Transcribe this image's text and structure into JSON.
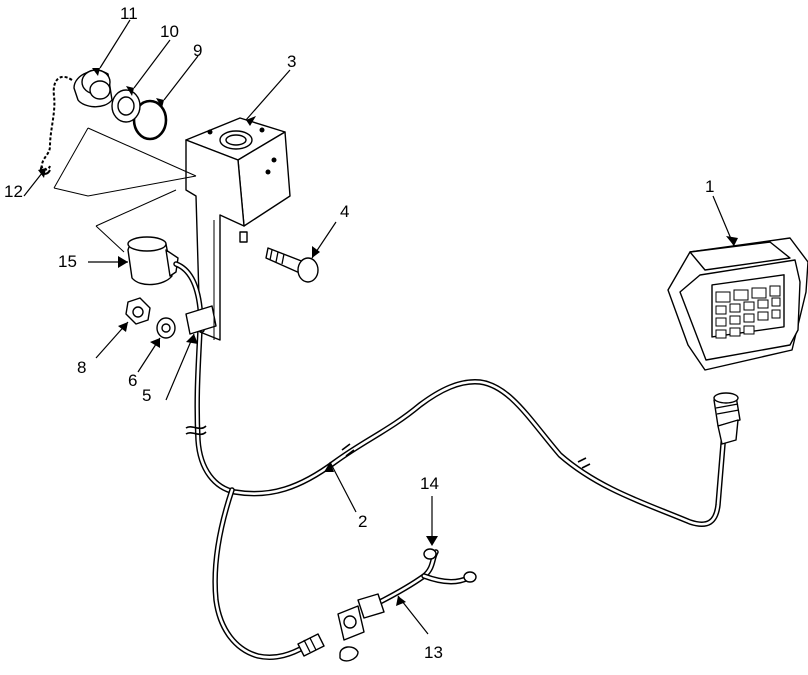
{
  "diagram": {
    "callouts": [
      {
        "id": "c1",
        "text": "1"
      },
      {
        "id": "c2",
        "text": "2"
      },
      {
        "id": "c3",
        "text": "3"
      },
      {
        "id": "c4",
        "text": "4"
      },
      {
        "id": "c5",
        "text": "5"
      },
      {
        "id": "c6",
        "text": "6"
      },
      {
        "id": "c8",
        "text": "8"
      },
      {
        "id": "c9",
        "text": "9"
      },
      {
        "id": "c10",
        "text": "10"
      },
      {
        "id": "c11",
        "text": "11"
      },
      {
        "id": "c12",
        "text": "12"
      },
      {
        "id": "c13",
        "text": "13"
      },
      {
        "id": "c14",
        "text": "14"
      },
      {
        "id": "c15",
        "text": "15"
      }
    ]
  }
}
